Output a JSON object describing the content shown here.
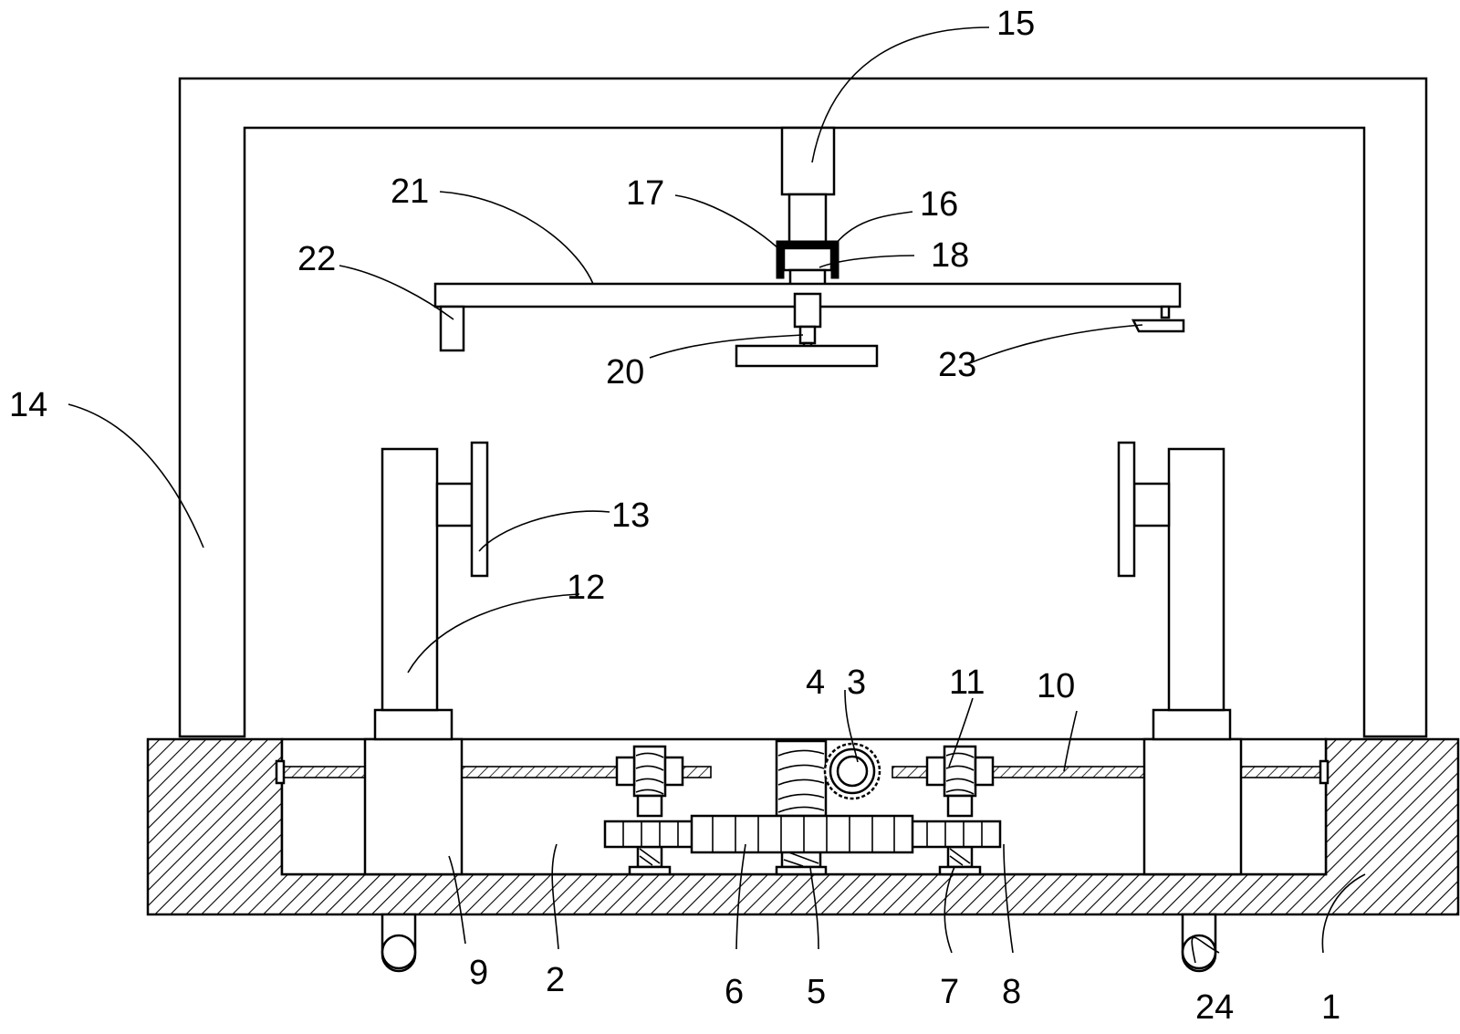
{
  "labels": {
    "l1": "1",
    "l2": "2",
    "l3": "3",
    "l4": "4",
    "l5": "5",
    "l6": "6",
    "l7": "7",
    "l8": "8",
    "l9": "9",
    "l10": "10",
    "l11": "11",
    "l12": "12",
    "l13": "13",
    "l14": "14",
    "l15": "15",
    "l16": "16",
    "l17": "17",
    "l18": "18",
    "l20": "20",
    "l21": "21",
    "l22": "22",
    "l23": "23",
    "l24": "24"
  }
}
